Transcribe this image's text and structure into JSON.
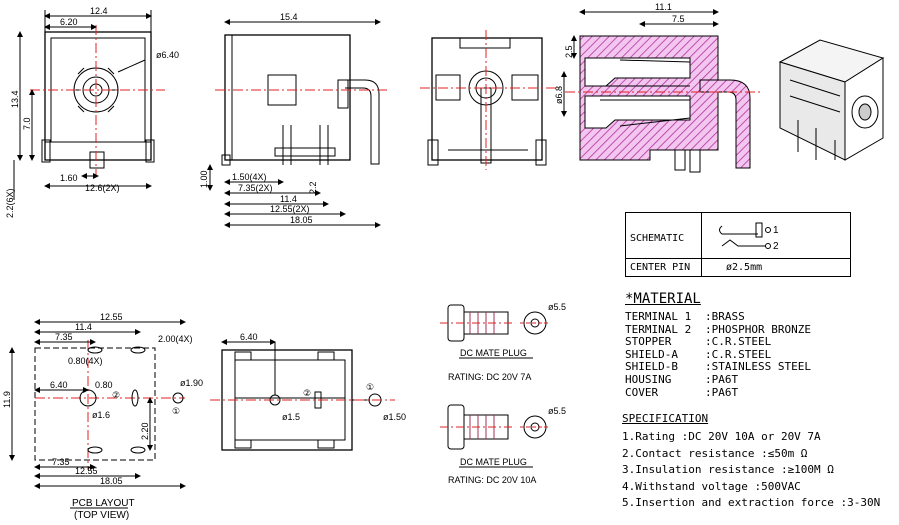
{
  "top_views": {
    "front": {
      "w": "12.4",
      "d1": "6.20",
      "dia": "ø6.40",
      "h": "13.4",
      "d2": "7.0",
      "pin": "2.2(6X)",
      "b1": "1.60",
      "b2": "12.6(2X)"
    },
    "side": {
      "w": "15.4",
      "h1": "1.00",
      "b1": "1.50(4X)",
      "b2": "7.35(2X)",
      "b3": "2.2",
      "b4": "11.4",
      "b5": "12.55(2X)",
      "b6": "18.05"
    },
    "section": {
      "w1": "11.1",
      "w2": "7.5",
      "h1": "2.5",
      "d1": "ø6.8"
    }
  },
  "schematic": {
    "label": "SCHEMATIC",
    "pin1": "1",
    "pin2": "2",
    "center_pin_label": "CENTER PIN",
    "center_pin_value": "ø2.5mm"
  },
  "material": {
    "heading": "*MATERIAL",
    "rows": [
      {
        "name": "TERMINAL 1",
        "value": ":BRASS"
      },
      {
        "name": "TERMINAL 2",
        "value": ":PHOSPHOR BRONZE"
      },
      {
        "name": "STOPPER",
        "value": ":C.R.STEEL"
      },
      {
        "name": "SHIELD-A",
        "value": ":C.R.STEEL"
      },
      {
        "name": "SHIELD-B",
        "value": ":STAINLESS STEEL"
      },
      {
        "name": "HOUSING",
        "value": ":PA6T"
      },
      {
        "name": "COVER",
        "value": ":PA6T"
      }
    ]
  },
  "specification": {
    "heading": "SPECIFICATION",
    "items": [
      "1.Rating  :DC 20V 10A or 20V 7A",
      "2.Contact resistance :≤50m Ω",
      "3.Insulation resistance :≥100M Ω",
      "4.Withstand voltage :500VAC",
      "5.Insertion and extraction force :3-30N"
    ]
  },
  "pcb_layout": {
    "title": "PCB LAYOUT",
    "subtitle": "(TOP VIEW)",
    "d_12_55": "12.55",
    "d_11_4": "11.4",
    "d_7_35": "7.35",
    "d_2_00": "2.00(4X)",
    "d_0_80_4x": "0.80(4X)",
    "d_11_9": "11.9",
    "d_6_40": "6.40",
    "d_0_80": "0.80",
    "d_1_90": "ø1.90",
    "d_1_6": "ø1.6",
    "d_2_20": "2.20",
    "d_7_35b": "7.35",
    "d_12_55b": "12.55",
    "d_18_05": "18.05",
    "c1": "①",
    "c2": "②"
  },
  "bottom_view": {
    "d_6_40": "6.40",
    "d_1_5": "ø1.5",
    "d_1_50": "ø1.50",
    "c1": "①",
    "c2": "②"
  },
  "plugs": [
    {
      "dia": "ø5.5",
      "title": "DC MATE PLUG",
      "rating": "RATING: DC 20V 7A"
    },
    {
      "dia": "ø5.5",
      "title": "DC MATE PLUG",
      "rating": "RATING: DC 20V 10A"
    }
  ]
}
